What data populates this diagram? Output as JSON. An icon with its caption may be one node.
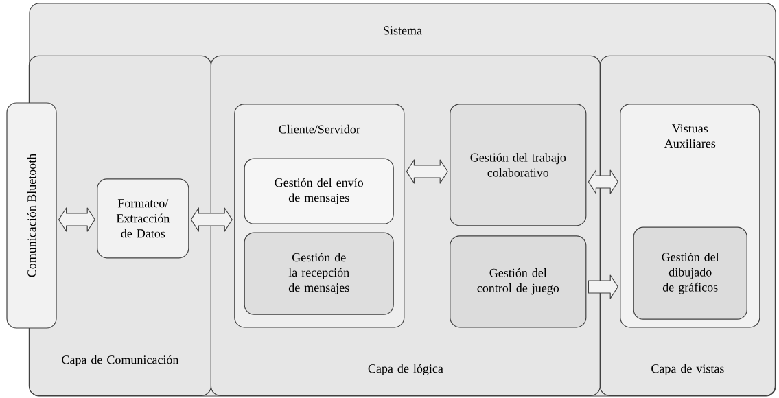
{
  "diagram": {
    "nodes": [
      {
        "text": [
          "Sistema"
        ]
      },
      {
        "text": [
          "Capa de Comunicación"
        ],
        "in": 0
      },
      {
        "text": [
          "Comunicación Bluetooth"
        ]
      },
      {
        "text": [
          "Formateo/ Extracción de Datos"
        ],
        "in": 1
      },
      {
        "text": [
          "Capa de lógica"
        ],
        "in": 0
      },
      {
        "text": [
          "Cliente/Servidor"
        ],
        "in": 4
      },
      {
        "text": [
          "Gestión del envío de mensajes"
        ],
        "in": 5
      },
      {
        "text": [
          "Gestión de la recepción de mensajes"
        ],
        "in": 5
      },
      {
        "text": [
          "Gestión del trabajo colaborativo"
        ],
        "in": 4
      },
      {
        "text": [
          "Gestión del control de juego"
        ],
        "in": 4
      },
      {
        "text": [
          "Capa de vistas"
        ],
        "in": 0
      },
      {
        "text": [
          "Vistuas Auxiliares"
        ],
        "in": 10
      },
      {
        "text": [
          "Gestión del dibujado de gráficos"
        ],
        "in": 11
      }
    ],
    "edges": [
      {
        "from": 2,
        "to": 3,
        "arrow": "both"
      },
      {
        "from": 3,
        "to": 5,
        "arrow": "both"
      },
      {
        "from": 5,
        "to": 8,
        "arrow": "both"
      },
      {
        "from": 8,
        "to": 11,
        "arrow": "both"
      },
      {
        "from": 9,
        "to": 11,
        "arrow": "to"
      }
    ]
  }
}
